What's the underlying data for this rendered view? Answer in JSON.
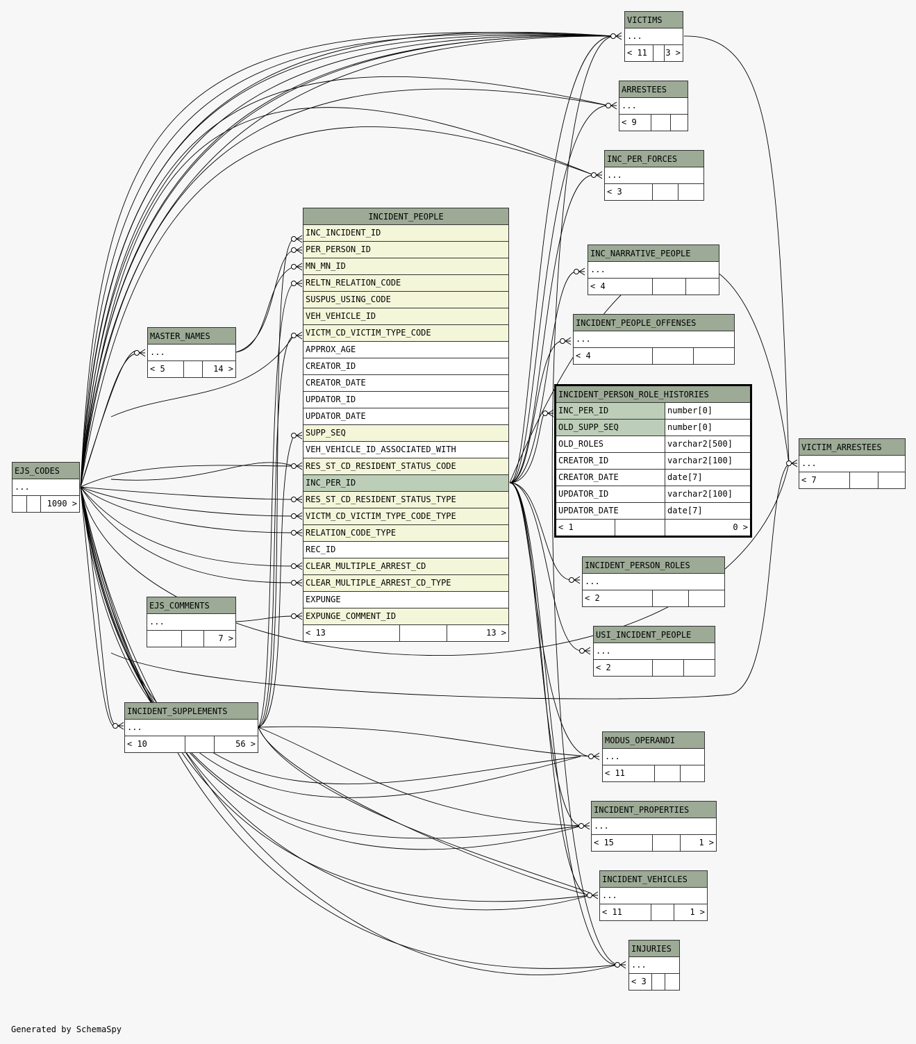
{
  "footer": {
    "credit": "Generated by SchemaSpy"
  },
  "main_table": {
    "name": "INCIDENT_PEOPLE",
    "columns": [
      {
        "name": "INC_INCIDENT_ID",
        "kind": "fk"
      },
      {
        "name": "PER_PERSON_ID",
        "kind": "fk"
      },
      {
        "name": "MN_MN_ID",
        "kind": "fk"
      },
      {
        "name": "RELTN_RELATION_CODE",
        "kind": "fk"
      },
      {
        "name": "SUSPUS_USING_CODE",
        "kind": "fk"
      },
      {
        "name": "VEH_VEHICLE_ID",
        "kind": "fk"
      },
      {
        "name": "VICTM_CD_VICTIM_TYPE_CODE",
        "kind": "fk"
      },
      {
        "name": "APPROX_AGE",
        "kind": "plain"
      },
      {
        "name": "CREATOR_ID",
        "kind": "plain"
      },
      {
        "name": "CREATOR_DATE",
        "kind": "plain"
      },
      {
        "name": "UPDATOR_ID",
        "kind": "plain"
      },
      {
        "name": "UPDATOR_DATE",
        "kind": "plain"
      },
      {
        "name": "SUPP_SEQ",
        "kind": "fk"
      },
      {
        "name": "VEH_VEHICLE_ID_ASSOCIATED_WITH",
        "kind": "plain"
      },
      {
        "name": "RES_ST_CD_RESIDENT_STATUS_CODE",
        "kind": "fk"
      },
      {
        "name": "INC_PER_ID",
        "kind": "pk"
      },
      {
        "name": "RES_ST_CD_RESIDENT_STATUS_TYPE",
        "kind": "fk"
      },
      {
        "name": "VICTM_CD_VICTIM_TYPE_CODE_TYPE",
        "kind": "fk"
      },
      {
        "name": "RELATION_CODE_TYPE",
        "kind": "fk"
      },
      {
        "name": "REC_ID",
        "kind": "plain"
      },
      {
        "name": "CLEAR_MULTIPLE_ARREST_CD",
        "kind": "fk"
      },
      {
        "name": "CLEAR_MULTIPLE_ARREST_CD_TYPE",
        "kind": "fk"
      },
      {
        "name": "EXPUNGE",
        "kind": "plain"
      },
      {
        "name": "EXPUNGE_COMMENT_ID",
        "kind": "fk"
      }
    ],
    "footer_left": "< 13",
    "footer_right": "13 >"
  },
  "focus_table": {
    "name": "INCIDENT_PERSON_ROLE_HISTORIES",
    "columns": [
      {
        "name": "INC_PER_ID",
        "type": "number[0]",
        "kind": "pk"
      },
      {
        "name": "OLD_SUPP_SEQ",
        "type": "number[0]",
        "kind": "pk"
      },
      {
        "name": "OLD_ROLES",
        "type": "varchar2[500]",
        "kind": "plain"
      },
      {
        "name": "CREATOR_ID",
        "type": "varchar2[100]",
        "kind": "plain"
      },
      {
        "name": "CREATOR_DATE",
        "type": "date[7]",
        "kind": "plain"
      },
      {
        "name": "UPDATOR_ID",
        "type": "varchar2[100]",
        "kind": "plain"
      },
      {
        "name": "UPDATOR_DATE",
        "type": "date[7]",
        "kind": "plain"
      }
    ],
    "footer_left": "< 1",
    "footer_right": "0 >"
  },
  "tables": {
    "victims": {
      "name": "VICTIMS",
      "row": "...",
      "parents": "< 11",
      "children": "3 >"
    },
    "arrestees": {
      "name": "ARRESTEES",
      "row": "...",
      "parents": "< 9",
      "children": ""
    },
    "inc_per_forces": {
      "name": "INC_PER_FORCES",
      "row": "...",
      "parents": "< 3",
      "children": ""
    },
    "inc_narrative_people": {
      "name": "INC_NARRATIVE_PEOPLE",
      "row": "...",
      "parents": "< 4",
      "children": ""
    },
    "incident_people_offenses": {
      "name": "INCIDENT_PEOPLE_OFFENSES",
      "row": "...",
      "parents": "< 4",
      "children": ""
    },
    "victim_arrestees": {
      "name": "VICTIM_ARRESTEES",
      "row": "...",
      "parents": "< 7",
      "children": ""
    },
    "incident_person_roles": {
      "name": "INCIDENT_PERSON_ROLES",
      "row": "...",
      "parents": "< 2",
      "children": ""
    },
    "usi_incident_people": {
      "name": "USI_INCIDENT_PEOPLE",
      "row": "...",
      "parents": "< 2",
      "children": ""
    },
    "modus_operandi": {
      "name": "MODUS_OPERANDI",
      "row": "...",
      "parents": "< 11",
      "children": ""
    },
    "incident_properties": {
      "name": "INCIDENT_PROPERTIES",
      "row": "...",
      "parents": "< 15",
      "children": "1 >"
    },
    "incident_vehicles": {
      "name": "INCIDENT_VEHICLES",
      "row": "...",
      "parents": "< 11",
      "children": "1 >"
    },
    "injuries": {
      "name": "INJURIES",
      "row": "...",
      "parents": "< 3",
      "children": ""
    },
    "master_names": {
      "name": "MASTER_NAMES",
      "row": "...",
      "parents": "< 5",
      "children": "14 >"
    },
    "ejs_codes": {
      "name": "EJS_CODES",
      "row": "...",
      "parents": "",
      "children": "1090 >"
    },
    "ejs_comments": {
      "name": "EJS_COMMENTS",
      "row": "...",
      "parents": "",
      "children": "7 >"
    },
    "incident_supplements": {
      "name": "INCIDENT_SUPPLEMENTS",
      "row": "...",
      "parents": "< 10",
      "children": "56 >"
    }
  }
}
